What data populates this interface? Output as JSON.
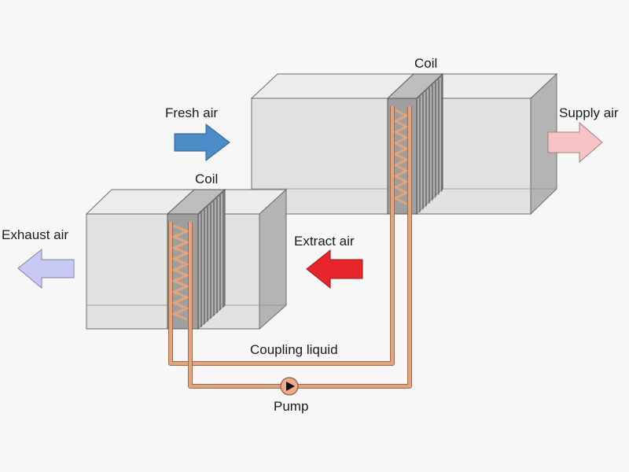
{
  "labels": {
    "fresh_air": "Fresh air",
    "supply_air": "Supply air",
    "exhaust_air": "Exhaust air",
    "extract_air": "Extract air",
    "coil_top": "Coil",
    "coil_bottom": "Coil",
    "coupling_liquid": "Coupling liquid",
    "pump": "Pump"
  },
  "colors": {
    "fresh_air_arrow": "#4a8bc8",
    "supply_air_arrow": "#f7c4c6",
    "exhaust_air_arrow": "#c9c9f5",
    "extract_air_arrow": "#e8252a",
    "pipe": "#e3a57f",
    "duct_front": "#e3e3e3",
    "duct_top": "#ececec",
    "duct_side": "#b3b3b3",
    "coil_front": "#a0a0a0"
  }
}
